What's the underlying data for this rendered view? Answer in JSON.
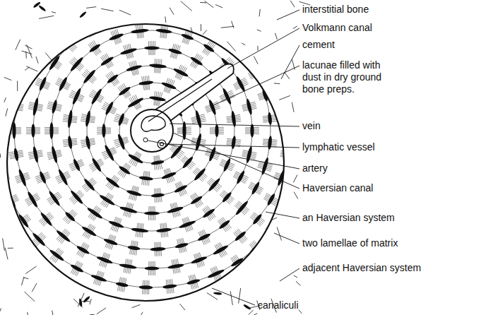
{
  "diagram": {
    "labels": [
      "interstitial bone",
      "Volkmann canal",
      "cement",
      "lacunae filled with dust in dry ground bone preps.",
      "vein",
      "lymphatic vessel",
      "artery",
      "Haversian canal",
      "an Haversian system",
      "two lamellae of matrix",
      "adjacent Haversian system",
      "canaliculi"
    ]
  }
}
